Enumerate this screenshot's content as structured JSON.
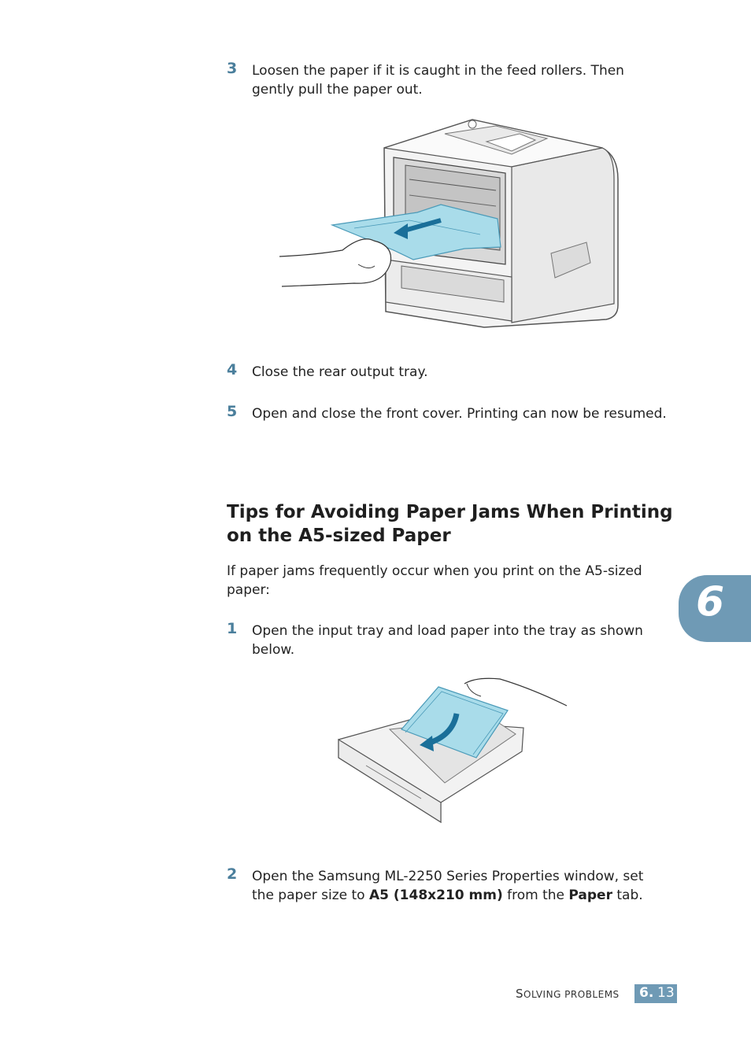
{
  "steps_top": [
    {
      "number": "3",
      "text": "Loosen the paper if it is caught in the feed rollers. Then gently pull the paper out."
    },
    {
      "number": "4",
      "text": "Close the rear output tray."
    },
    {
      "number": "5",
      "text": "Open and close the front cover. Printing can now be resumed."
    }
  ],
  "section": {
    "heading": "Tips for Avoiding Paper Jams When Printing on the A5-sized Paper",
    "intro": "If paper jams frequently occur when you print on the A5-sized paper:"
  },
  "steps_bottom": [
    {
      "number": "1",
      "text": "Open the input tray and load paper into the tray as shown below."
    },
    {
      "number": "2",
      "text_a": "Open the Samsung ML-2250 Series Properties window, set the paper size to ",
      "bold_a": "A5 (148x210 mm)",
      "text_b": " from the ",
      "bold_b": "Paper",
      "text_c": " tab."
    }
  ],
  "chapter_tab": "6",
  "footer": {
    "section_first": "S",
    "section_rest": "OLVING PROBLEMS",
    "page_chapter": "6.",
    "page_number": "13"
  },
  "colors": {
    "accent": "#6f9ab5",
    "step_number": "#4b7f9c",
    "paper": "#a9dcea"
  }
}
